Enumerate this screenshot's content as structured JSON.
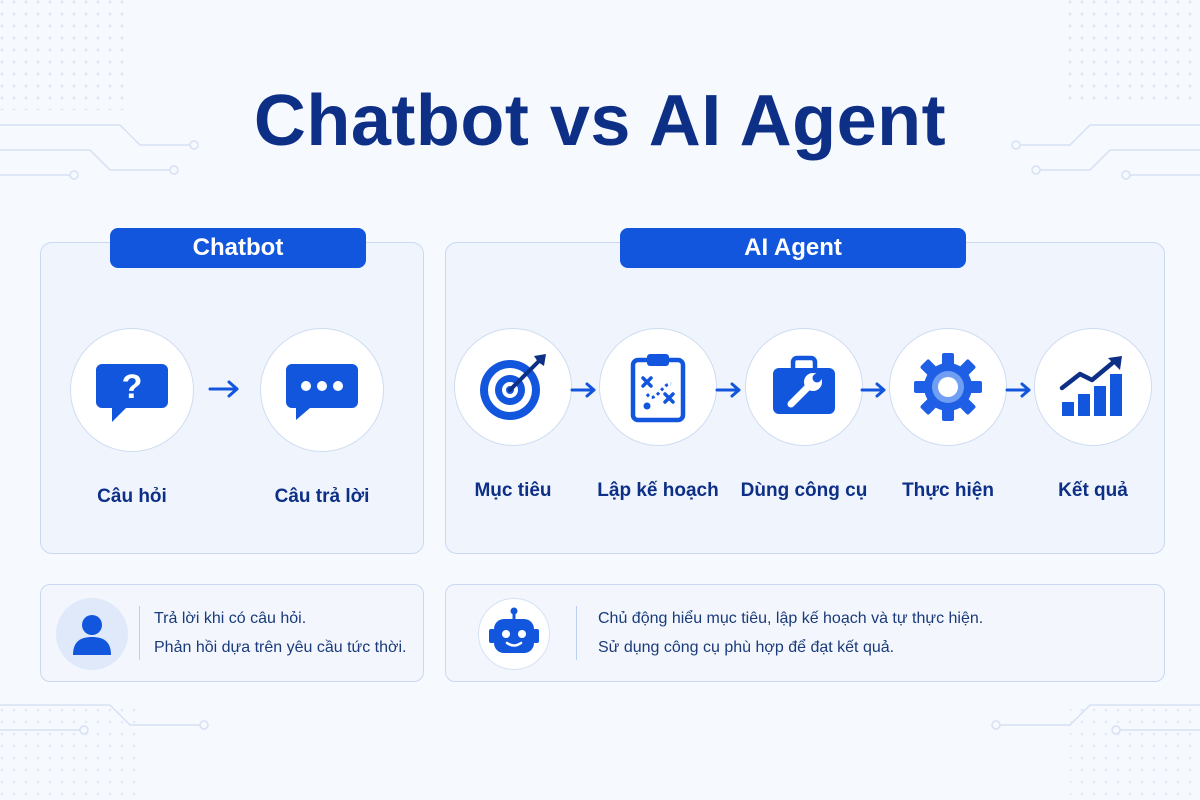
{
  "title": "Chatbot vs AI Agent",
  "colors": {
    "primary": "#1356de",
    "title": "#0d2f86",
    "panel_bg": "#f0f5fd",
    "border": "#c9d9f3"
  },
  "chatbot": {
    "header": "Chatbot",
    "steps": [
      {
        "icon": "question-bubble-icon",
        "label": "Câu hỏi"
      },
      {
        "icon": "reply-bubble-icon",
        "label": "Câu trả lời"
      }
    ],
    "description": [
      "Trả lời khi có câu hỏi.",
      "Phản hồi dựa trên yêu cầu tức thời."
    ],
    "avatar_icon": "user-icon"
  },
  "agent": {
    "header": "AI Agent",
    "steps": [
      {
        "icon": "target-icon",
        "label": "Mục tiêu"
      },
      {
        "icon": "clipboard-plan-icon",
        "label": "Lập kế hoạch"
      },
      {
        "icon": "toolbox-icon",
        "label": "Dùng công cụ"
      },
      {
        "icon": "gear-icon",
        "label": "Thực hiện"
      },
      {
        "icon": "growth-chart-icon",
        "label": "Kết quả"
      }
    ],
    "description": [
      "Chủ động hiểu mục tiêu, lập kế hoạch và tự thực hiện.",
      "Sử dụng công cụ phù hợp để đạt kết quả."
    ],
    "avatar_icon": "robot-icon"
  }
}
